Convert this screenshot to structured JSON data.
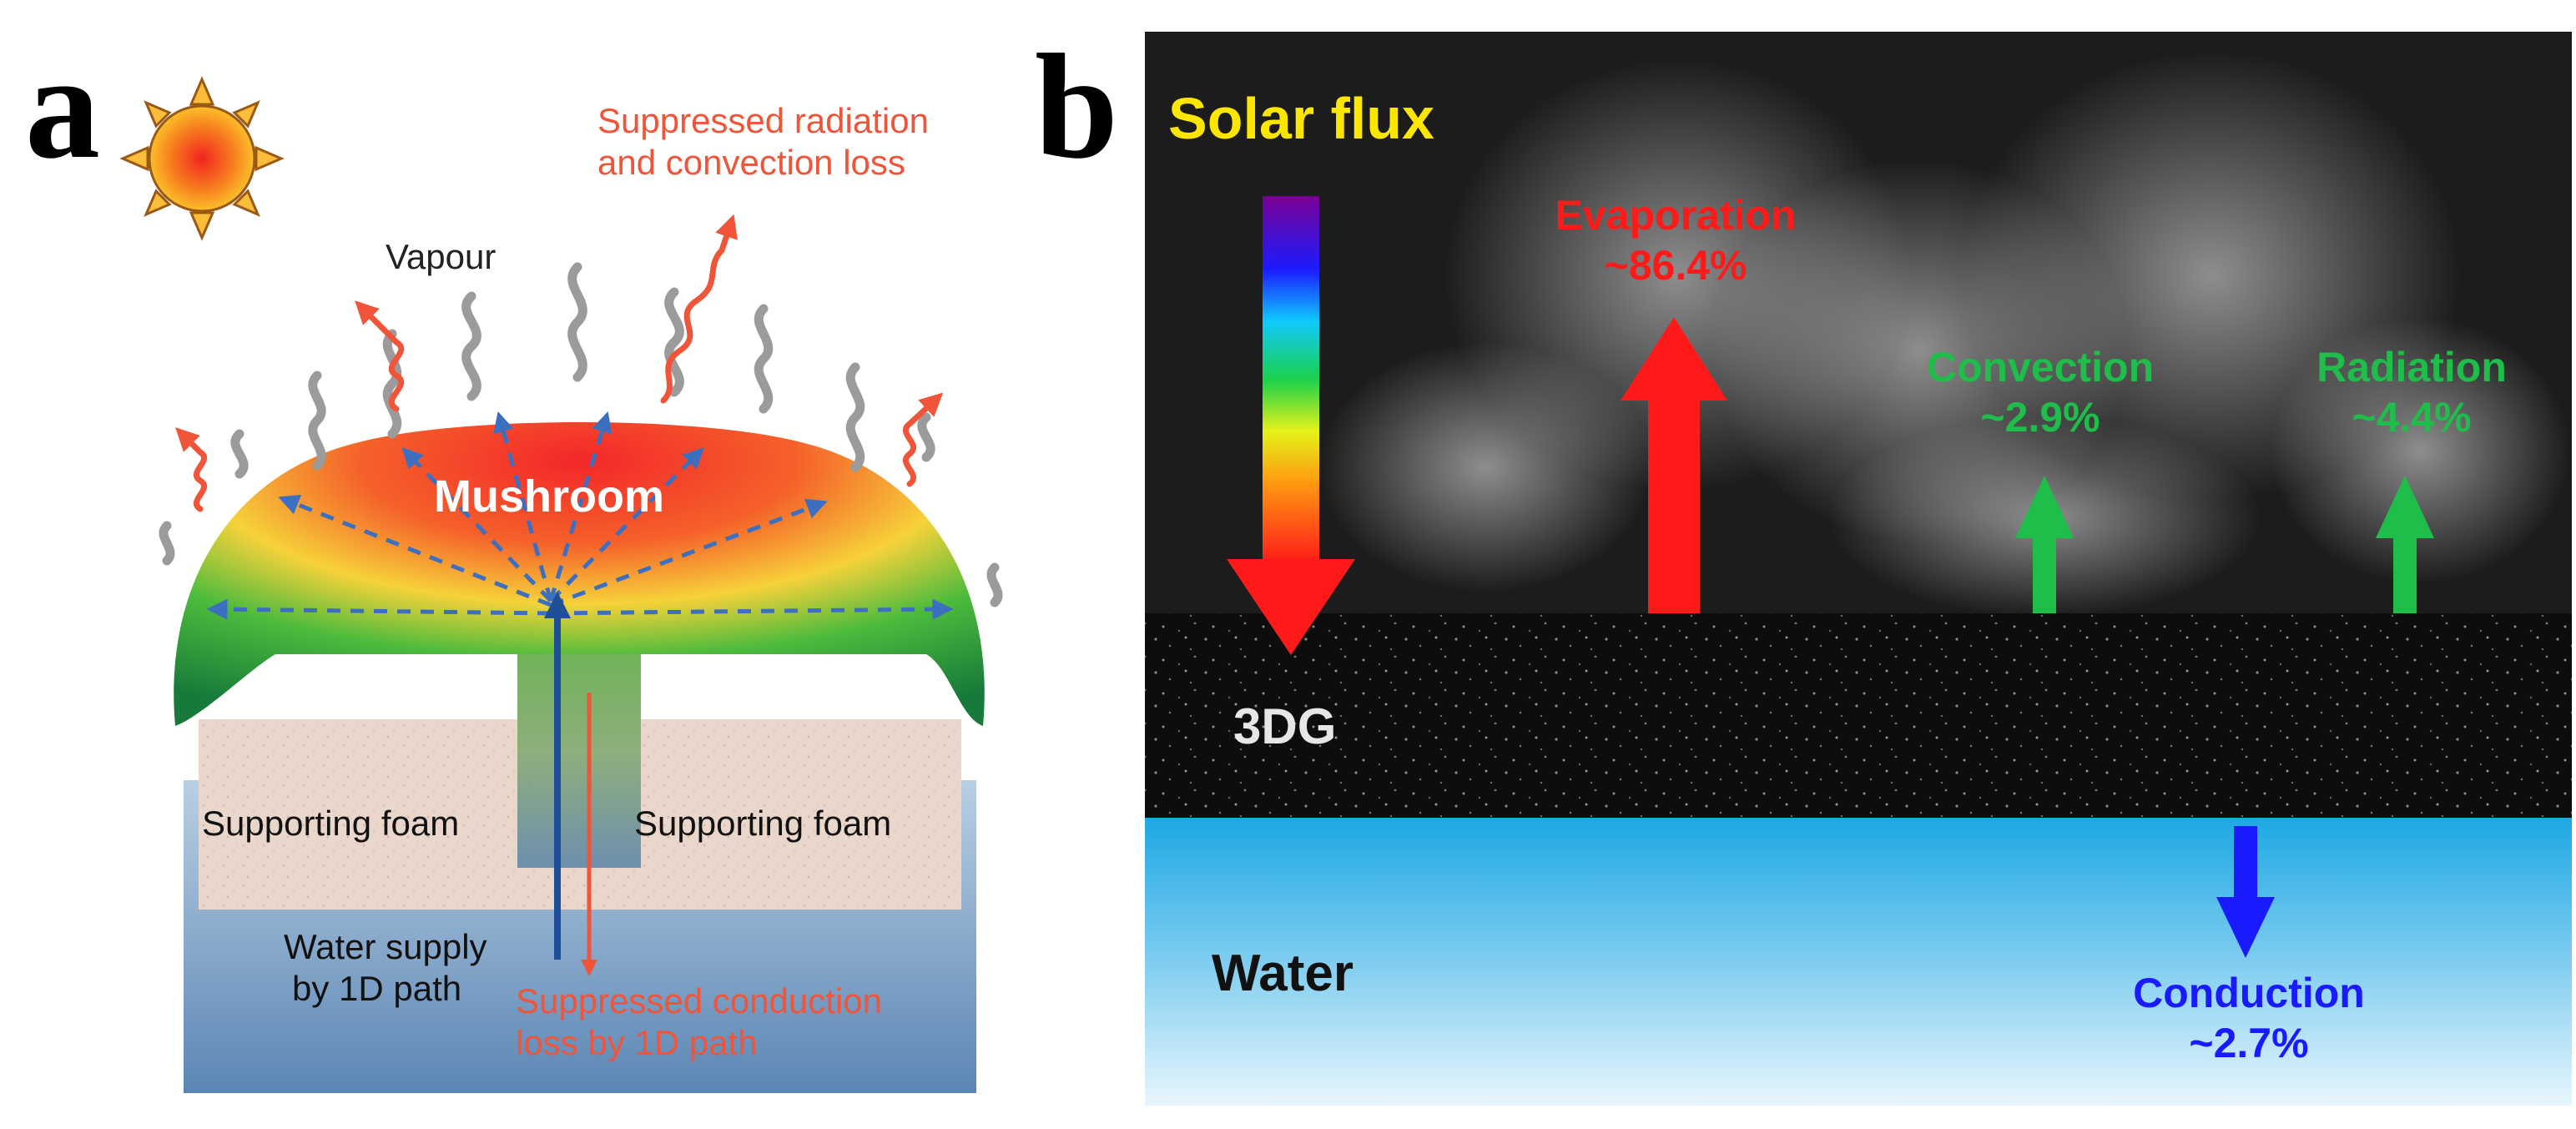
{
  "panel_a": {
    "letter": "a",
    "top_label_line1": "Suppressed radiation",
    "top_label_line2": "and convection loss",
    "vapour_label": "Vapour",
    "mushroom_label": "Mushroom",
    "foam_left_label": "Supporting foam",
    "foam_right_label": "Supporting foam",
    "water_label_line1": "Water supply",
    "water_label_line2": "by 1D path",
    "conduction_label_line1": "Suppressed conduction",
    "conduction_label_line2": "loss by 1D path",
    "icons": [
      "sun-icon",
      "wavy-arrow-icon",
      "vapour-wave-icon"
    ],
    "colors": {
      "accent_red": "#f0553a",
      "vapour_grey": "#9a9a9a",
      "water_blue": "#5f89b5",
      "foam": "#ead7cb"
    }
  },
  "panel_b": {
    "letter": "b",
    "solar_label": "Solar flux",
    "layer_label": "3DG",
    "water_label": "Water",
    "evaporation": {
      "label": "Evaporation",
      "value": "~86.4%",
      "color": "#ff1a1a"
    },
    "convection": {
      "label": "Convection",
      "value": "~2.9%",
      "color": "#1fbd4a"
    },
    "radiation": {
      "label": "Radiation",
      "value": "~4.4%",
      "color": "#1fbd4a"
    },
    "conduction": {
      "label": "Conduction",
      "value": "~2.7%",
      "color": "#1a1aff"
    },
    "colors": {
      "solar_text": "#ffe600",
      "background": "#1c1c1c",
      "water_top": "#1da8e3",
      "water_bottom": "#e8f6fd"
    }
  }
}
